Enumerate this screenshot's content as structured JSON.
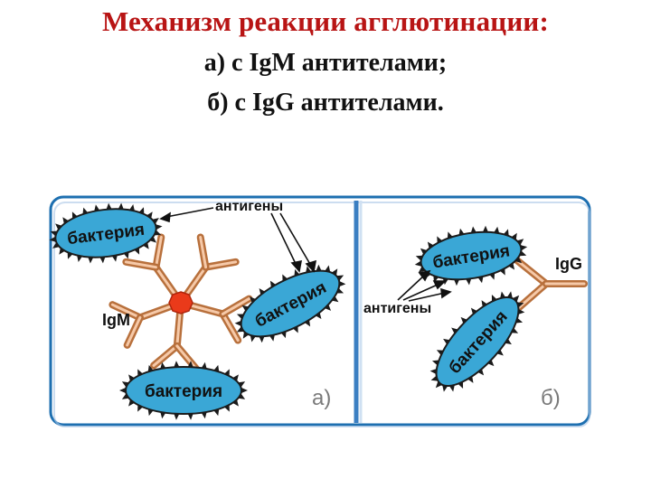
{
  "title": "Механизм реакции агглютинации:",
  "subtitle_a": "а) с IgM антителами;",
  "subtitle_b": "б) с IgG антителами.",
  "panel_a": {
    "antigens_label": "антигены",
    "igm_label": "IgM",
    "bacterium_label": "бактерия",
    "panel_letter": "а)"
  },
  "panel_b": {
    "igg_label": "IgG",
    "antigens_label": "антигены",
    "bacterium_label": "бактерия",
    "panel_letter": "б)"
  },
  "colors": {
    "title": "#b81414",
    "bacterium_fill": "#3aa7d6",
    "antibody_stroke": "#b8703c",
    "antibody_core": "#f3a07a",
    "center_hub": "#ea3a1a",
    "frame": "#1d6fb0"
  }
}
